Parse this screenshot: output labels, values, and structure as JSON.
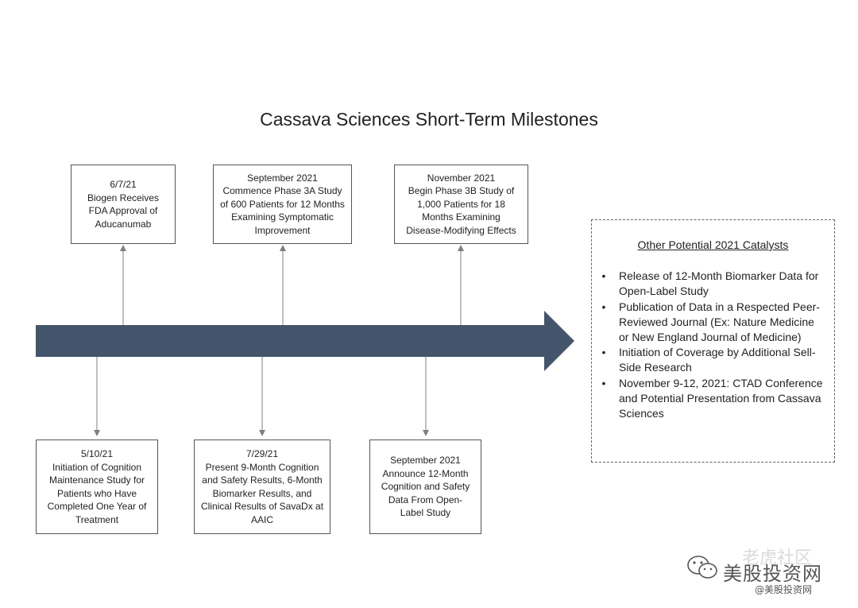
{
  "title": "Cassava Sciences Short-Term Milestones",
  "colors": {
    "timeline": "#44546a",
    "connector": "#7f7f7f"
  },
  "top_milestones": [
    {
      "date": "6/7/21",
      "text": "Biogen Receives FDA Approval of Aducanumab"
    },
    {
      "date": "September 2021",
      "text": "Commence Phase 3A Study of 600 Patients for 12 Months Examining Symptomatic Improvement"
    },
    {
      "date": "November 2021",
      "text": "Begin Phase 3B Study of 1,000 Patients for 18 Months Examining Disease-Modifying Effects"
    }
  ],
  "bottom_milestones": [
    {
      "date": "5/10/21",
      "text": "Initiation of Cognition Maintenance Study for Patients who Have Completed One Year of Treatment"
    },
    {
      "date": "7/29/21",
      "text": "Present 9-Month Cognition and Safety Results, 6-Month Biomarker Results, and Clinical Results of SavaDx at AAIC"
    },
    {
      "date": "September 2021",
      "text": "Announce 12-Month Cognition and Safety Data From Open-Label Study"
    }
  ],
  "catalysts": {
    "heading": "Other Potential 2021 Catalysts",
    "items": [
      "Release of 12-Month Biomarker Data for Open-Label Study",
      "Publication of Data in a Respected Peer-Reviewed Journal (Ex: Nature Medicine or New England Journal of Medicine)",
      "Initiation of Coverage by Additional Sell-Side Research",
      "November 9-12, 2021: CTAD Conference and Potential Presentation from Cassava Sciences"
    ]
  },
  "watermark": {
    "line1": "老虎社区",
    "line2": "美股投资网",
    "line3": "@美股投资网"
  }
}
